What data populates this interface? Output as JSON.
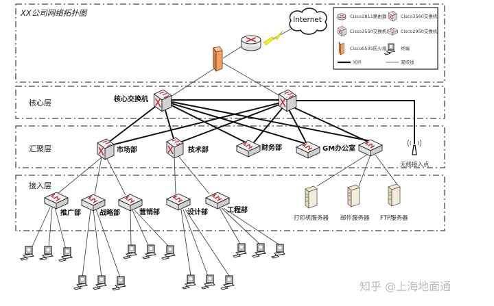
{
  "title": "XX公司网络拓扑图",
  "layers": {
    "core": "核心层",
    "aggregation": "汇聚层",
    "access": "接入层"
  },
  "internet_label": "Internet",
  "legend": {
    "items": [
      {
        "icon": "router-icon",
        "label": "Cisco2811路由器"
      },
      {
        "icon": "l3-switch-icon",
        "label": "Cisco3560交换机"
      },
      {
        "icon": "core-switch-icon",
        "label": "Cisco3550交换机"
      },
      {
        "icon": "access-switch-icon",
        "label": "Cisco2950交换机"
      },
      {
        "icon": "firewall-icon",
        "label": "Cisco5505防火墙"
      },
      {
        "icon": "terminal-icon",
        "label": "终端"
      },
      {
        "icon": "thick-line",
        "label": "光纤"
      },
      {
        "icon": "thin-line",
        "label": "双绞线"
      }
    ]
  },
  "core": {
    "switch1_label": "核心交换机"
  },
  "aggregation": {
    "items": [
      "市场部",
      "技术部",
      "财务部",
      "GM办公室"
    ],
    "wireless": "无线接入点"
  },
  "access": {
    "items": [
      "推广部",
      "战略部",
      "营销部",
      "设计部",
      "工程部"
    ]
  },
  "servers": [
    "打印机服务器",
    "邮件服务器",
    "FTP服务器"
  ],
  "watermark": "知乎 @上海地面通",
  "colors": {
    "firewall": "#f0a060",
    "lightning": "#f2ef1a",
    "switch_arrow": "#c0282f",
    "server": "#e8dcc0"
  }
}
